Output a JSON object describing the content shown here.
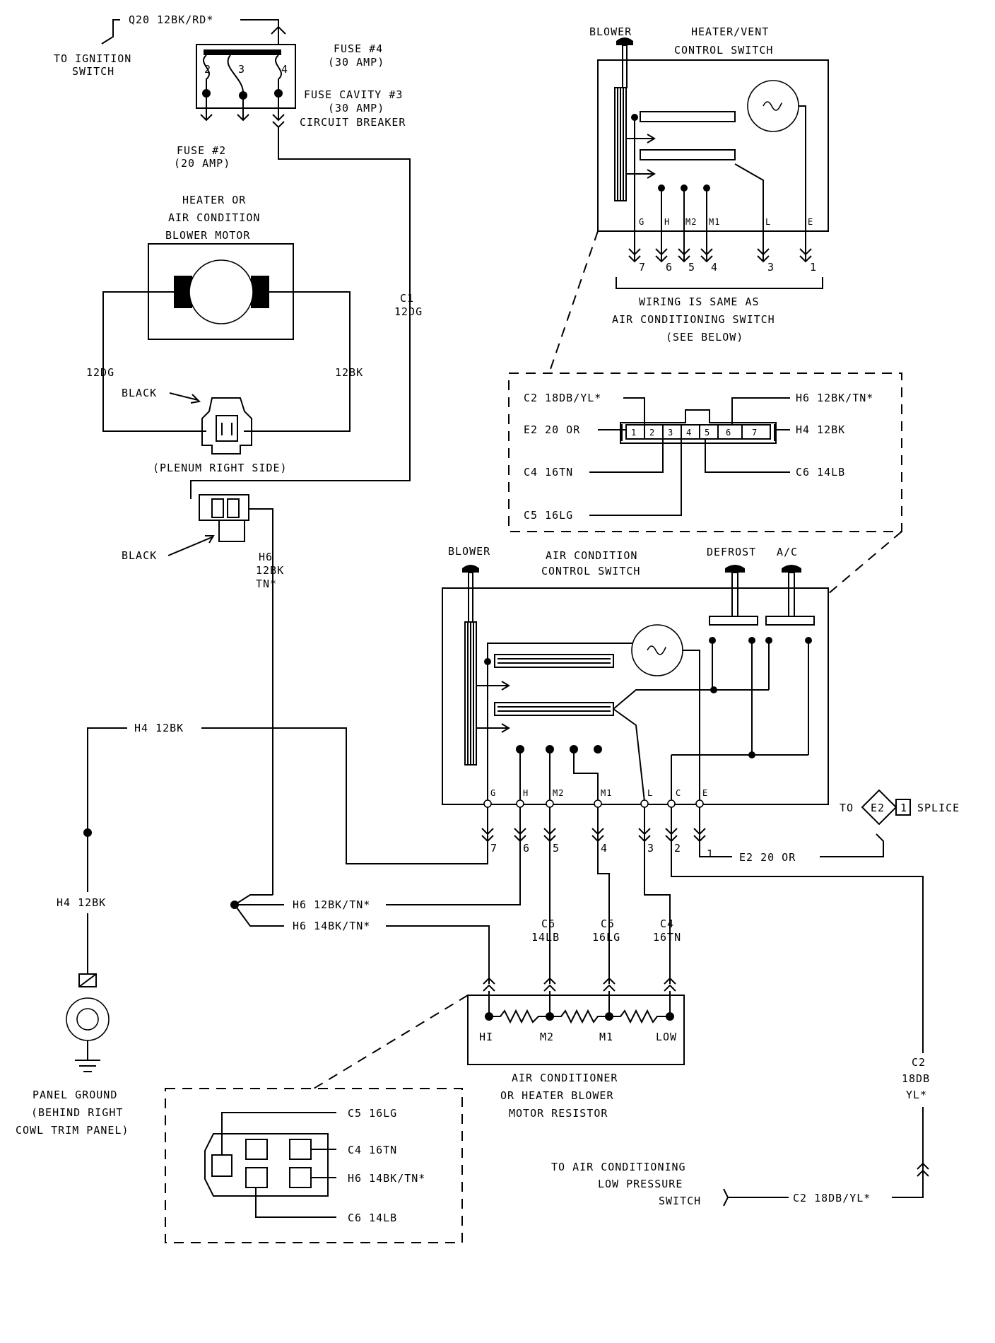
{
  "fuse_block": {
    "feed_wire": "Q20 12BK/RD*",
    "ignition_note": [
      "TO IGNITION",
      "SWITCH"
    ],
    "fuse4": [
      "FUSE #4",
      "(30 AMP)"
    ],
    "cavity3": [
      "FUSE CAVITY #3",
      "(30 AMP)",
      "CIRCUIT BREAKER"
    ],
    "fuse2": [
      "FUSE #2",
      "(20 AMP)"
    ],
    "terminals": [
      "2",
      "3",
      "4"
    ]
  },
  "blower_motor": {
    "title": [
      "HEATER OR",
      "AIR CONDITION",
      "BLOWER MOTOR"
    ],
    "left_wire": "12DG",
    "right_wire": "12BK",
    "connector_color": "BLACK",
    "location": "(PLENUM RIGHT SIDE)"
  },
  "c1_wire": [
    "C1",
    "12DG"
  ],
  "lower_connector": {
    "color": "BLACK",
    "wire": [
      "H6",
      "12BK",
      "TN*"
    ]
  },
  "heater_vent_switch": {
    "blower_label": "BLOWER",
    "title": [
      "HEATER/VENT",
      "CONTROL SWITCH"
    ],
    "terminals": [
      "G",
      "H",
      "M2",
      "M1",
      "L",
      "E"
    ],
    "pins": [
      "7",
      "6",
      "5",
      "4",
      "3",
      "1"
    ],
    "note": [
      "WIRING IS SAME AS",
      "AIR CONDITIONING SWITCH",
      "(SEE BELOW)"
    ]
  },
  "switch_connector": {
    "pins": [
      "1",
      "2",
      "3",
      "4",
      "5",
      "6",
      "7"
    ],
    "left_labels": [
      "C2 18DB/YL*",
      "E2 20 OR",
      "C4 16TN",
      "C5 16LG"
    ],
    "right_labels": [
      "H6 12BK/TN*",
      "H4 12BK",
      "C6 14LB"
    ]
  },
  "ac_switch": {
    "blower_label": "BLOWER",
    "title": [
      "AIR CONDITION",
      "CONTROL SWITCH"
    ],
    "defrost_label": "DEFROST",
    "ac_label": "A/C",
    "terminals": [
      "G",
      "H",
      "M2",
      "M1",
      "L",
      "C",
      "E"
    ],
    "pins": [
      "7",
      "6",
      "5",
      "4",
      "3",
      "2",
      "1"
    ]
  },
  "wires": {
    "h4_top": "H4 12BK",
    "h4_vertical": "H4 12BK",
    "h6_a": "H6 12BK/TN*",
    "h6_b": "H6 14BK/TN*",
    "e2": "E2 20 OR",
    "c6": [
      "C6",
      "14LB"
    ],
    "c5": [
      "C5",
      "16LG"
    ],
    "c4": [
      "C4",
      "16TN"
    ],
    "c2_vertical": [
      "C2",
      "18DB",
      "YL*"
    ],
    "c2_bottom": "C2 18DB/YL*"
  },
  "splice": {
    "prefix": "TO",
    "id": "E2",
    "num": "1",
    "label": "SPLICE"
  },
  "ground": {
    "label": [
      "PANEL GROUND",
      "(BEHIND RIGHT",
      "COWL TRIM PANEL)"
    ]
  },
  "resistor": {
    "taps": [
      "HI",
      "M2",
      "M1",
      "LOW"
    ],
    "title": [
      "AIR CONDITIONER",
      "OR HEATER BLOWER",
      "MOTOR RESISTOR"
    ]
  },
  "resistor_connector": {
    "labels": [
      "C5 16LG",
      "C4 16TN",
      "H6 14BK/TN*",
      "C6 14LB"
    ]
  },
  "pressure_switch": [
    "TO AIR CONDITIONING",
    "LOW PRESSURE",
    "SWITCH"
  ]
}
